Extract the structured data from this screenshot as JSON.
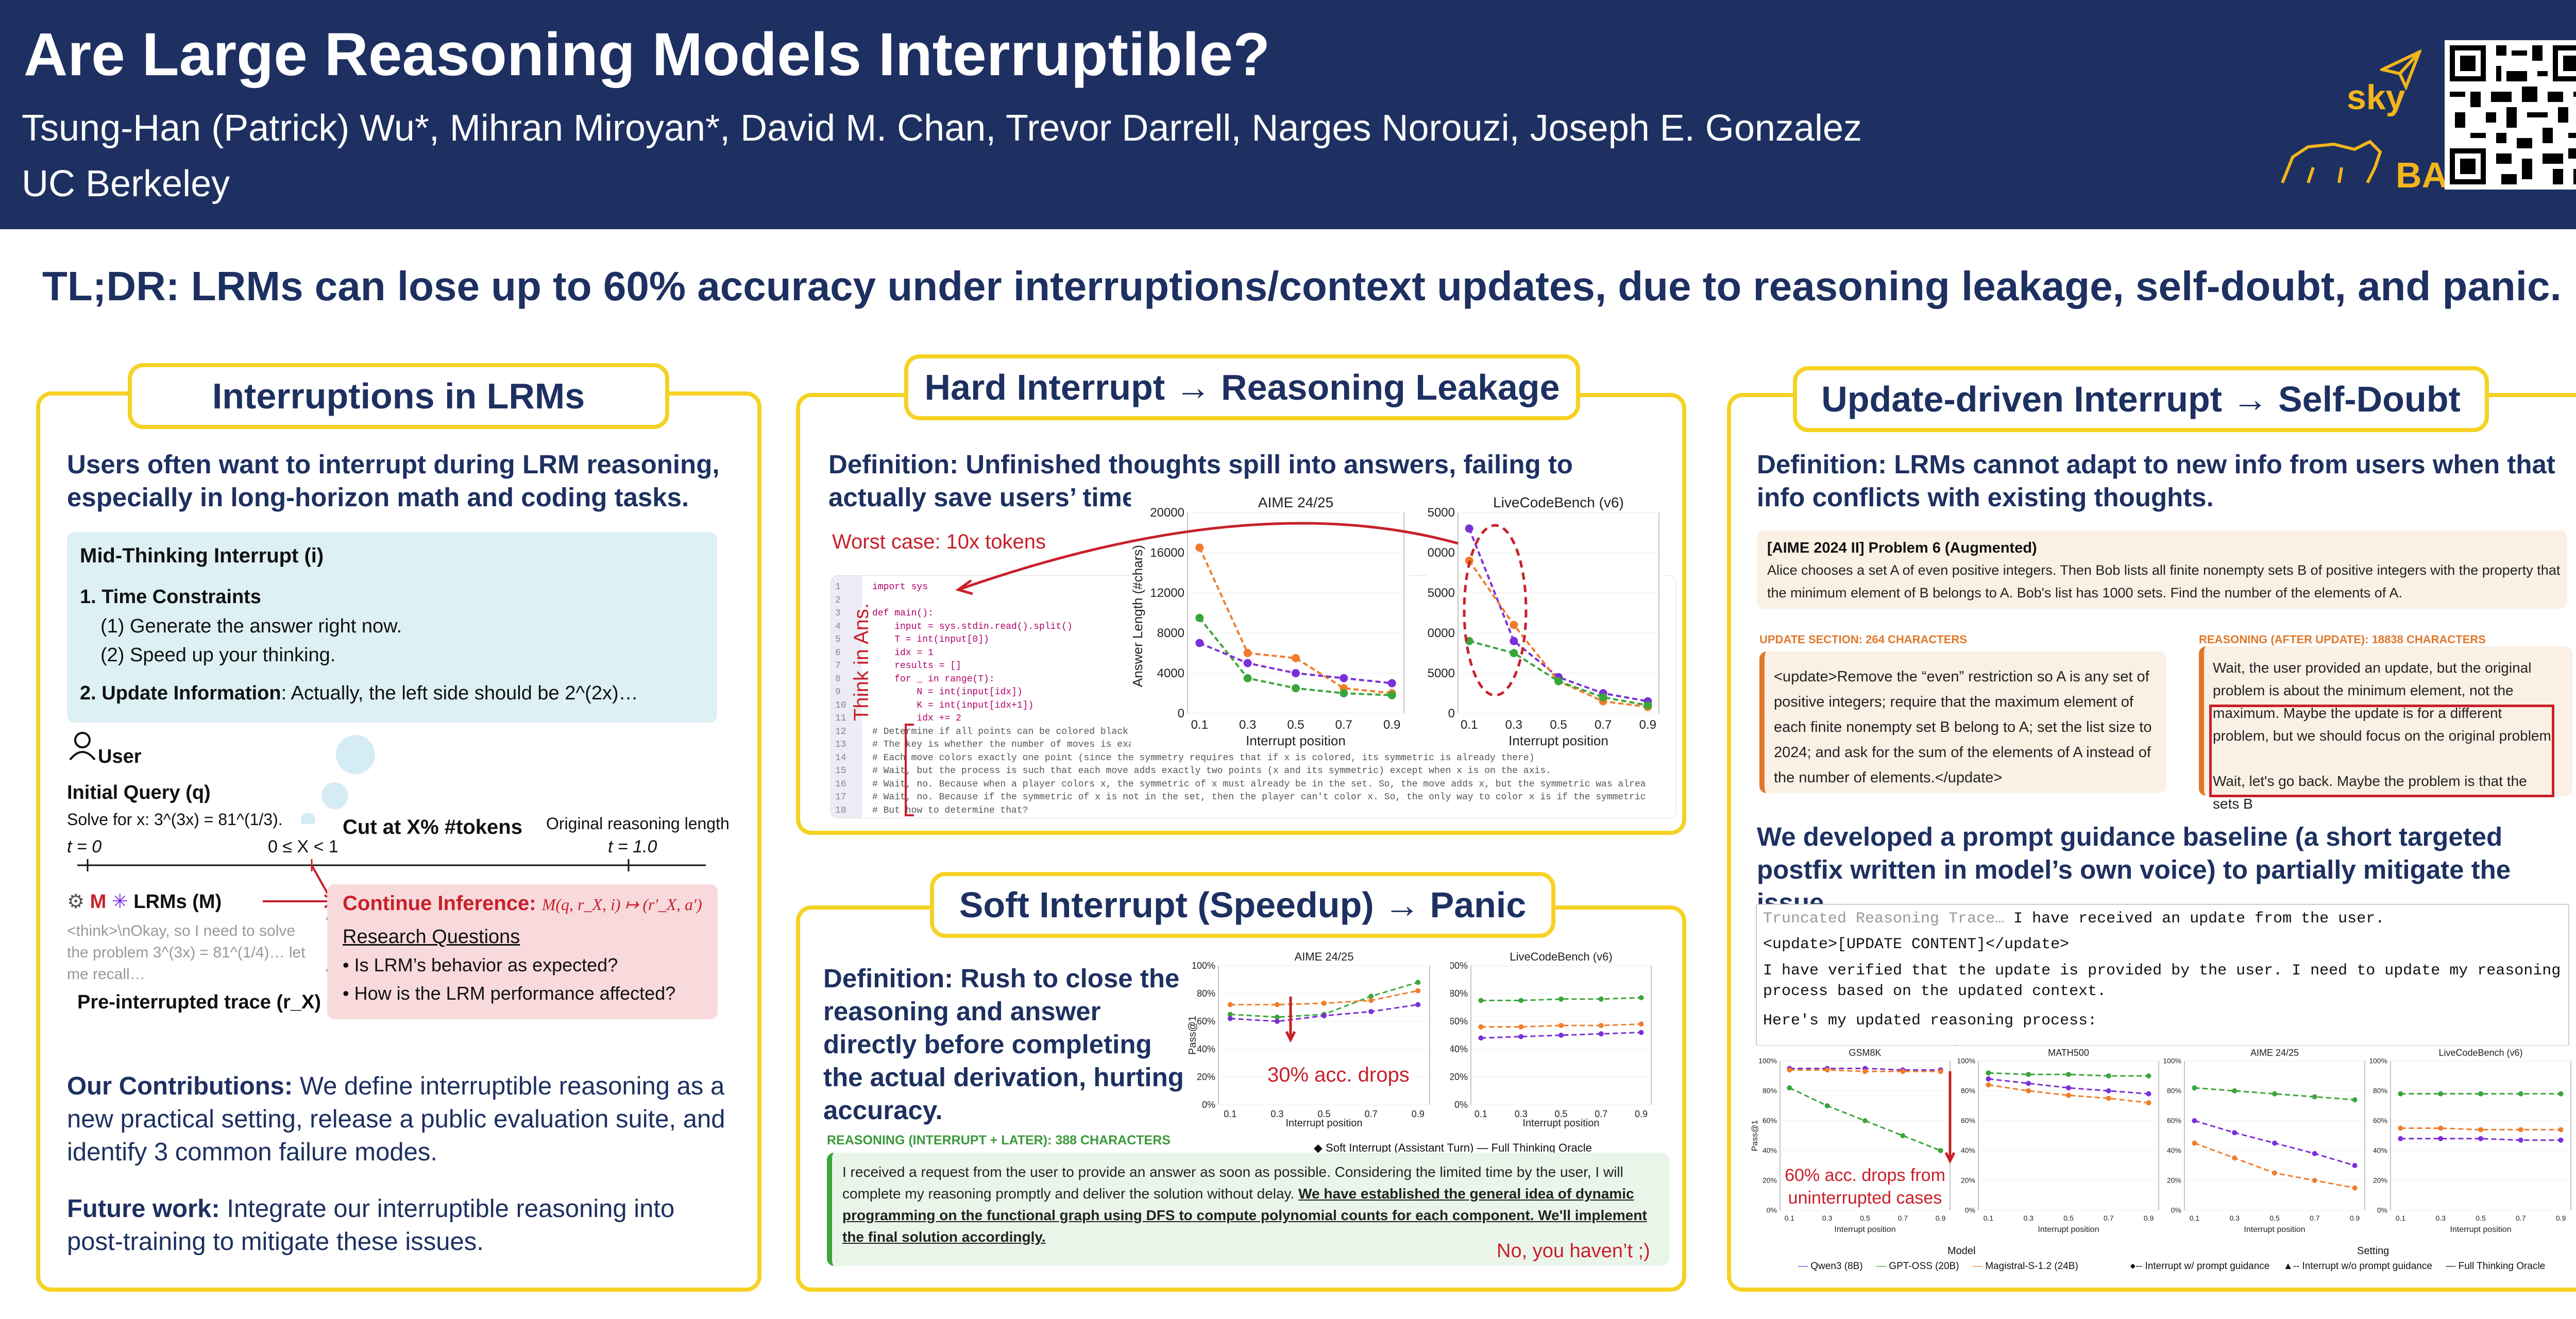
{
  "header": {
    "title": "Are Large Reasoning Models Interruptible?",
    "authors": "Tsung-Han (Patrick) Wu*, Mihran Miroyan*, David M. Chan, Trevor Darrell, Narges Norouzi, Joseph E. Gonzalez",
    "affiliation": "UC Berkeley",
    "logo_sky": "sky",
    "logo_bair": "BAIR"
  },
  "tldr": "TL;DR: LRMs can lose up to 60% accuracy under interruptions/context updates, due to reasoning leakage, self-doubt, and panic.",
  "panel1": {
    "title": "Interruptions in LRMs",
    "intro": "Users often want to interrupt during LRM reasoning, especially in long-horizon math and coding tasks.",
    "box_title": "Mid-Thinking Interrupt (i)",
    "item1": "1. Time Constraints",
    "item1a": "(1) Generate the answer right now.",
    "item1b": "(2) Speed up your thinking.",
    "item2_bold": "2. Update Information",
    "item2_text": ": Actually, the left side should be 2^(2x)…",
    "user": "User",
    "initial_query": "Initial Query (q)",
    "solve": "Solve for x: 3^(3x) = 81^(1/3).",
    "t0": "t = 0",
    "cut_range": "0 ≤ X < 1",
    "cut": "Cut at X% #tokens",
    "orig_len": "Original reasoning length",
    "t1": "t = 1.0",
    "lrms": "LRMs (M)",
    "trace": "<think>\\nOkay, so I need to solve the problem 3^(3x) = 81^(1/4)… let me recall…",
    "pre_trace": "Pre-interrupted trace (r_X)",
    "continue": "Continue Inference:",
    "continue_formula": "M(q, r_X, i) ↦ (r′_X, a′)",
    "rq": "Research Questions",
    "rq1": "• Is LRM’s behavior as expected?",
    "rq2": "• How is the LRM performance affected?",
    "contrib_bold": "Our Contributions:",
    "contrib": " We define interruptible reasoning as a new practical setting, release a public evaluation suite, and identify 3 common failure modes.",
    "future_bold": "Future work:",
    "future": " Integrate our interruptible reasoning into post-training to mitigate these issues."
  },
  "panel2": {
    "title": "Hard Interrupt → Reasoning Leakage",
    "definition": "Definition: Unfinished thoughts spill into answers, failing to actually save users’ time.",
    "worst": "Worst case: 10x tokens",
    "think_label": "Think in Ans.",
    "code_lines": [
      "import sys",
      "",
      "def main():",
      "    input = sys.stdin.read().split()",
      "    T = int(input[0])",
      "    idx = 1",
      "    results = []",
      "    for _ in range(T):",
      "        N = int(input[idx])",
      "        K = int(input[idx+1])",
      "        idx += 2",
      "# Determine if all points can be colored black",
      "# The key is whether the number of moves is exactly N",
      "# Each move colors exactly one point (since the symmetry requires that if x is colored, its symmetric is already there)",
      "# Wait, but the process is such that each move adds exactly two points (x and its symmetric) except when x is on the axis.",
      "# Wait, no. Because when a player colors x, the symmetric of x must already be in the set. So, the move adds x, but the symmetric was alrea",
      "# Wait, no. Because if the symmetric of x is not in the set, then the player can't color x. So, the only way to color x is if the symmetric",
      "# But how to determine that?"
    ]
  },
  "panel3": {
    "title": "Soft Interrupt (Speedup) → Panic",
    "definition": "Definition: Rush to close the reasoning and answer directly before completing the actual derivation, hurting accuracy.",
    "acc_drop": "30% acc. drops",
    "reason_hdr": "REASONING (INTERRUPT + LATER): 388 CHARACTERS",
    "reason_p1": "I received a request from the user to provide an answer as soon as possible. Considering the limited time by the user, I will complete my reasoning promptly and deliver the solution without delay. ",
    "reason_p2": "We have established the general idea of dynamic programming on the functional graph using DFS to compute polynomial counts for each component. We'll implement the final solution accordingly.",
    "no_you": "No, you haven’t ;)",
    "legend1": "Soft Interrupt (Assistant Turn)",
    "legend2": "Full Thinking Oracle"
  },
  "panel4": {
    "title": "Update-driven Interrupt → Self-Doubt",
    "definition": "Definition: LRMs cannot adapt to new info from users when that info conflicts with existing thoughts.",
    "prob_title": "[AIME 2024 II] Problem 6 (Augmented)",
    "prob_text": "Alice chooses a set A of even positive integers. Then Bob lists all finite nonempty sets B of positive integers with the property that the minimum element of B belongs to A. Bob's list has 1000 sets. Find the number of the elements of A.",
    "upd_hdr": "UPDATE SECTION: 264 CHARACTERS",
    "upd_text": "<update>Remove the “even” restriction so A is any set of positive integers; require that the maximum element of each finite nonempty set B belong to A; set the list size to 2024; and ask for the sum of the elements of A instead of the number of elements.</update>",
    "rsn_hdr": "REASONING (AFTER UPDATE): 18838 CHARACTERS",
    "rsn_text1": "Wait, the user provided an update, but the original problem is about the minimum element, not the maximum. Maybe the update is for a different problem, but we should focus on the original problem.",
    "rsn_text2": "Wait, let's go back. Maybe the problem is that the sets B",
    "baseline": "We developed a prompt guidance baseline (a short targeted postfix written in model’s own voice) to partially mitigate the issue.",
    "pg_line1a": "Truncated Reasoning Trace…",
    "pg_line1b": " I have received an update from the user.",
    "pg_line2": "<update>[UPDATE CONTENT]</update>",
    "pg_line3": "I have verified that the update is provided by the user. I need to update my reasoning process based on the updated context.",
    "pg_line4": "Here's my updated reasoning process:",
    "drop_note": "60% acc. drops from uninterrupted cases",
    "model_label": "Model",
    "setting_label": "Setting",
    "legend_models": [
      "Qwen3 (8B)",
      "GPT-OSS (20B)",
      "Magistral-S-1.2 (24B)"
    ],
    "legend_settings": [
      "Interrupt w/ prompt guidance",
      "Interrupt w/o prompt guidance",
      "Full Thinking Oracle"
    ]
  },
  "colors": {
    "navy": "#1d3061",
    "gold": "#f5d223",
    "red": "#c8202a",
    "qwen": "#7b2fd8",
    "gpt": "#3aa53a",
    "magistral": "#f07d2a"
  },
  "chart_data": [
    {
      "type": "line",
      "title": "AIME 24/25",
      "xlabel": "Interrupt position",
      "ylabel": "Answer Length (#chars)",
      "x": [
        0.1,
        0.3,
        0.5,
        0.7,
        0.9
      ],
      "ylim": [
        0,
        20000
      ],
      "series": [
        {
          "color": "#f07d2a",
          "values": [
            16500,
            6000,
            5500,
            2500,
            2000
          ]
        },
        {
          "color": "#3aa53a",
          "values": [
            9500,
            3500,
            2500,
            2000,
            1800
          ]
        },
        {
          "color": "#7b2fd8",
          "values": [
            7000,
            5000,
            4000,
            3500,
            3000
          ]
        }
      ]
    },
    {
      "type": "line",
      "title": "LiveCodeBench (v6)",
      "xlabel": "Interrupt position",
      "x": [
        0.1,
        0.3,
        0.5,
        0.7,
        0.9
      ],
      "ylim": [
        0,
        25000
      ],
      "series": [
        {
          "color": "#7b2fd8",
          "values": [
            23000,
            9000,
            4500,
            2500,
            1500
          ]
        },
        {
          "color": "#f07d2a",
          "values": [
            19000,
            11000,
            4000,
            1500,
            800
          ]
        },
        {
          "color": "#3aa53a",
          "values": [
            9000,
            7500,
            4000,
            2000,
            1000
          ]
        }
      ]
    },
    {
      "type": "line",
      "title": "AIME 24/25",
      "ylabel": "Pass@1",
      "xlabel": "Interrupt position",
      "x": [
        0.1,
        0.3,
        0.5,
        0.7,
        0.9
      ],
      "ylim": [
        0,
        100
      ],
      "series": [
        {
          "color": "#3aa53a",
          "values": [
            65,
            63,
            65,
            78,
            88
          ]
        },
        {
          "color": "#f07d2a",
          "values": [
            72,
            72,
            73,
            75,
            82
          ]
        },
        {
          "color": "#7b2fd8",
          "values": [
            62,
            60,
            64,
            67,
            72
          ]
        }
      ]
    },
    {
      "type": "line",
      "title": "LiveCodeBench (v6)",
      "xlabel": "Interrupt position",
      "x": [
        0.1,
        0.3,
        0.5,
        0.7,
        0.9
      ],
      "ylim": [
        0,
        100
      ],
      "series": [
        {
          "color": "#3aa53a",
          "values": [
            75,
            75,
            76,
            76,
            77
          ]
        },
        {
          "color": "#f07d2a",
          "values": [
            56,
            56,
            57,
            57,
            58
          ]
        },
        {
          "color": "#7b2fd8",
          "values": [
            48,
            49,
            50,
            51,
            52
          ]
        }
      ]
    },
    {
      "type": "line",
      "title": "GSM8K",
      "xlabel": "Interrupt position",
      "ylabel": "Pass@1",
      "x": [
        0.1,
        0.3,
        0.5,
        0.7,
        0.9
      ],
      "ylim": [
        0,
        100
      ],
      "series": [
        {
          "color": "#3aa53a",
          "values": [
            82,
            70,
            60,
            50,
            40
          ]
        },
        {
          "color": "#7b2fd8",
          "values": [
            95,
            95,
            95,
            94,
            94
          ]
        },
        {
          "color": "#f07d2a",
          "values": [
            94,
            94,
            93,
            93,
            93
          ]
        }
      ]
    },
    {
      "type": "line",
      "title": "MATH500",
      "xlabel": "Interrupt position",
      "x": [
        0.1,
        0.3,
        0.5,
        0.7,
        0.9
      ],
      "ylim": [
        0,
        100
      ],
      "series": [
        {
          "color": "#7b2fd8",
          "values": [
            88,
            85,
            82,
            80,
            78
          ]
        },
        {
          "color": "#f07d2a",
          "values": [
            84,
            80,
            77,
            75,
            72
          ]
        },
        {
          "color": "#3aa53a",
          "values": [
            92,
            91,
            91,
            90,
            90
          ]
        }
      ]
    },
    {
      "type": "line",
      "title": "AIME 24/25",
      "xlabel": "Interrupt position",
      "x": [
        0.1,
        0.3,
        0.5,
        0.7,
        0.9
      ],
      "ylim": [
        0,
        100
      ],
      "series": [
        {
          "color": "#3aa53a",
          "values": [
            82,
            80,
            78,
            76,
            74
          ]
        },
        {
          "color": "#7b2fd8",
          "values": [
            60,
            52,
            45,
            38,
            30
          ]
        },
        {
          "color": "#f07d2a",
          "values": [
            45,
            35,
            25,
            20,
            15
          ]
        }
      ]
    },
    {
      "type": "line",
      "title": "LiveCodeBench (v6)",
      "xlabel": "Interrupt position",
      "x": [
        0.1,
        0.3,
        0.5,
        0.7,
        0.9
      ],
      "ylim": [
        0,
        100
      ],
      "series": [
        {
          "color": "#3aa53a",
          "values": [
            78,
            78,
            78,
            78,
            78
          ]
        },
        {
          "color": "#f07d2a",
          "values": [
            55,
            55,
            54,
            54,
            54
          ]
        },
        {
          "color": "#7b2fd8",
          "values": [
            48,
            48,
            48,
            47,
            47
          ]
        }
      ]
    }
  ]
}
